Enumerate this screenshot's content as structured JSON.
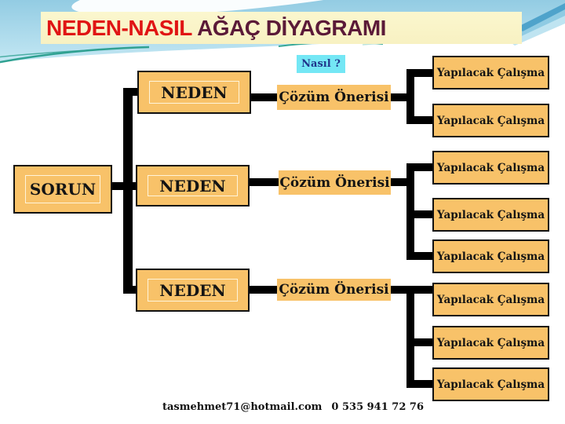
{
  "slide": {
    "title": {
      "highlight": "NEDEN-NASIL",
      "rest": " AĞAÇ DİYAGRAMI"
    },
    "question_label": "Nasıl ?",
    "footer": {
      "email": "tasmehmet71@hotmail.com",
      "phone": "0 535 941 72 76"
    }
  },
  "diagram": {
    "problem": {
      "label": "SORUN"
    },
    "causes": [
      {
        "label": "NEDEN"
      },
      {
        "label": "NEDEN"
      },
      {
        "label": "NEDEN"
      }
    ],
    "solutions": [
      {
        "label": "Çözüm Önerisi"
      },
      {
        "label": "Çözüm Önerisi"
      },
      {
        "label": "Çözüm Önerisi"
      }
    ],
    "actions": [
      {
        "label": "Yapılacak Çalışma"
      },
      {
        "label": "Yapılacak Çalışma"
      },
      {
        "label": "Yapılacak Çalışma"
      },
      {
        "label": "Yapılacak Çalışma"
      },
      {
        "label": "Yapılacak Çalışma"
      },
      {
        "label": "Yapılacak Çalışma"
      },
      {
        "label": "Yapılacak Çalışma"
      },
      {
        "label": "Yapılacak Çalışma"
      }
    ],
    "links": {
      "solution_1_action_count": 2,
      "solution_2_action_count": 3,
      "solution_3_action_count": 3
    }
  },
  "colors": {
    "box_fill": "#F8C269",
    "banner_fill": "#FBF7CE",
    "title_highlight": "#E01414",
    "title_rest": "#5B1A38",
    "question_fill": "#74E7F5",
    "question_text": "#20368C",
    "connector": "#000000",
    "sky_blue": "#A5D8EA"
  }
}
